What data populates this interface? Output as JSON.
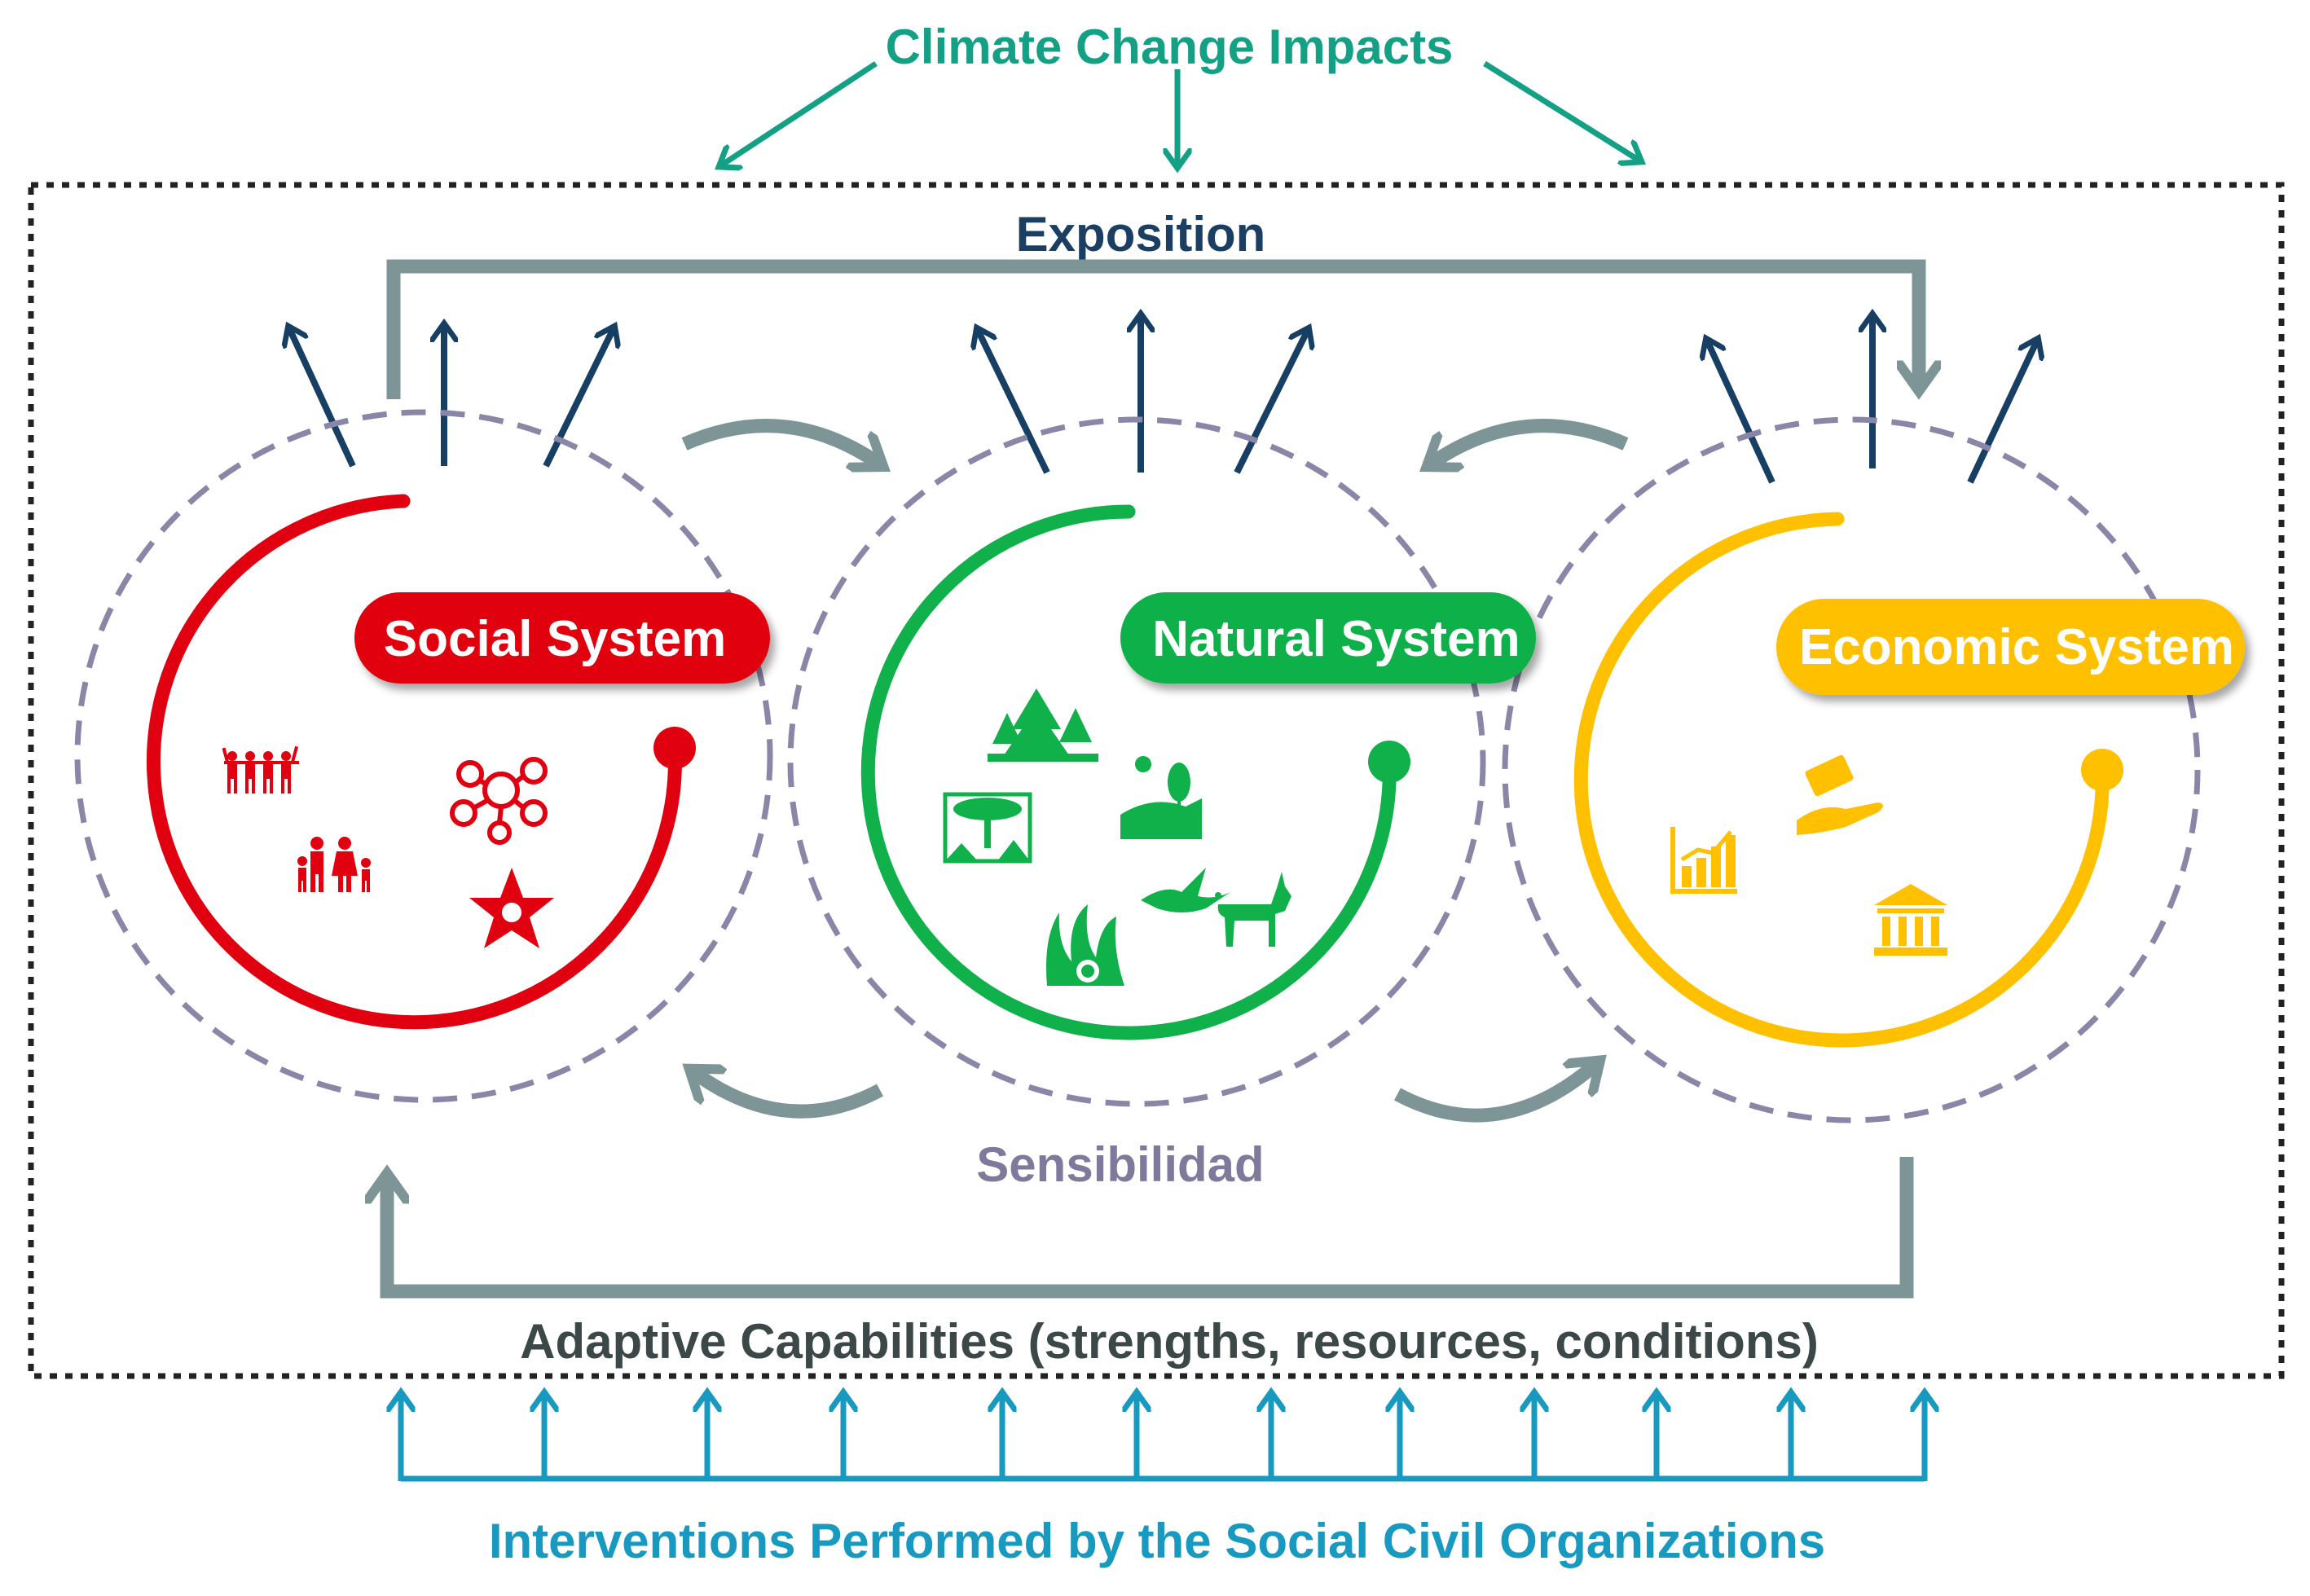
{
  "titles": {
    "climate": "Climate Change Impacts",
    "exposition": "Exposition",
    "sensibilidad": "Sensibilidad",
    "adaptive": "Adaptive Capabilities (strengths, resources, conditions)",
    "interventions": "Interventions Performed by the Social Civil Organizations"
  },
  "systems": [
    {
      "label": "Social System",
      "color": "#e1000f"
    },
    {
      "label": "Natural System",
      "color": "#10b04a"
    },
    {
      "label": "Economic System",
      "color": "#ffc000"
    }
  ],
  "colors": {
    "climate": "#13a085",
    "exposition": "#1b3f63",
    "exposure_arrows": "#173f64",
    "sensibilidad": "#7f7a9b",
    "dashed_circle": "#8a86a7",
    "gray_arrow": "#7e9598",
    "adaptive_text": "#3c4848",
    "interventions": "#1899c0",
    "dotted_border": "#222222"
  },
  "icons": {
    "social": [
      "people-raising-hands-icon",
      "social-network-icon",
      "family-icon",
      "joined-hands-icon"
    ],
    "natural": [
      "forest-icon",
      "landscape-sun-icon",
      "savanna-tree-icon",
      "hummingbird-icon",
      "deer-icon",
      "coral-icon"
    ],
    "economic": [
      "money-hand-icon",
      "bar-chart-icon",
      "bank-icon"
    ]
  }
}
